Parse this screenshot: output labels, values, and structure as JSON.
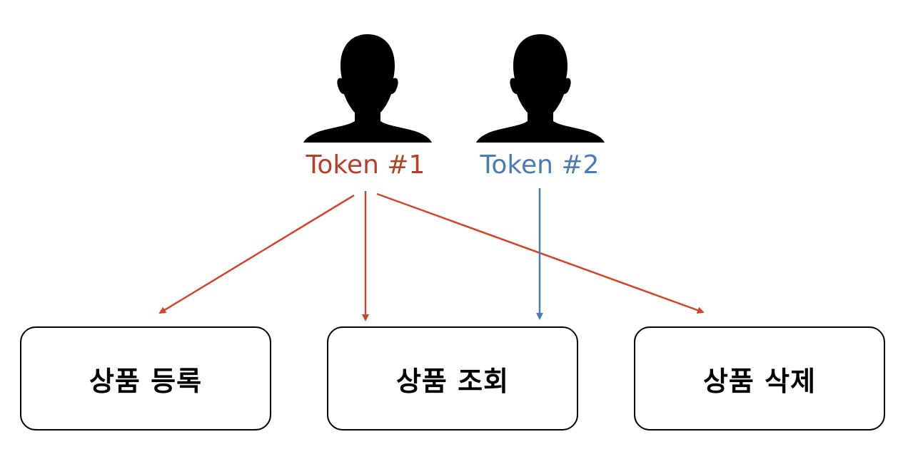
{
  "tokens": [
    {
      "label": "Token #1",
      "color": "#b5402a"
    },
    {
      "label": "Token #2",
      "color": "#4a7ab8"
    }
  ],
  "services": [
    {
      "label": "상품 등록"
    },
    {
      "label": "상품 조회"
    },
    {
      "label": "상품 삭제"
    }
  ],
  "icons": {
    "user": "user-silhouette-icon"
  },
  "colors": {
    "token1_arrow": "#d0452c",
    "token2_arrow": "#4a7ab8",
    "box_border": "#000000"
  }
}
